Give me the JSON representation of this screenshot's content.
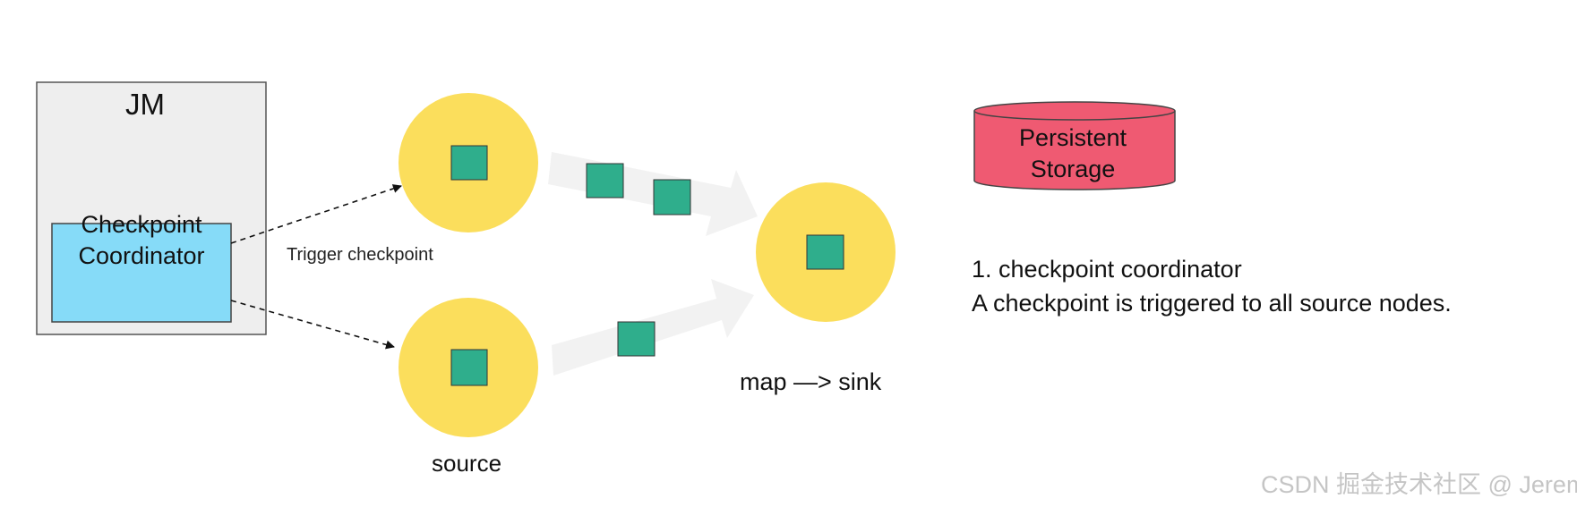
{
  "jm": {
    "title": "JM"
  },
  "coordinator": {
    "line1": "Checkpoint",
    "line2": "Coordinator"
  },
  "edges": {
    "trigger_label": "Trigger checkpoint"
  },
  "nodes": {
    "source_label": "source",
    "sink_label": "map —> sink"
  },
  "storage": {
    "line1": "Persistent",
    "line2": "Storage"
  },
  "note": {
    "line1": "1. checkpoint coordinator",
    "line2": "A checkpoint is triggered to all source nodes."
  },
  "watermark": "CSDN 掘金技术社区 @ JeremyDeYian",
  "colors": {
    "jm_fill": "#eeeeee",
    "coordinator_fill": "#86dbf8",
    "node_fill": "#fbde5c",
    "barrier_fill": "#2fae8c",
    "storage_fill": "#ef5a72",
    "flow_arrow": "#f2f2f2"
  }
}
